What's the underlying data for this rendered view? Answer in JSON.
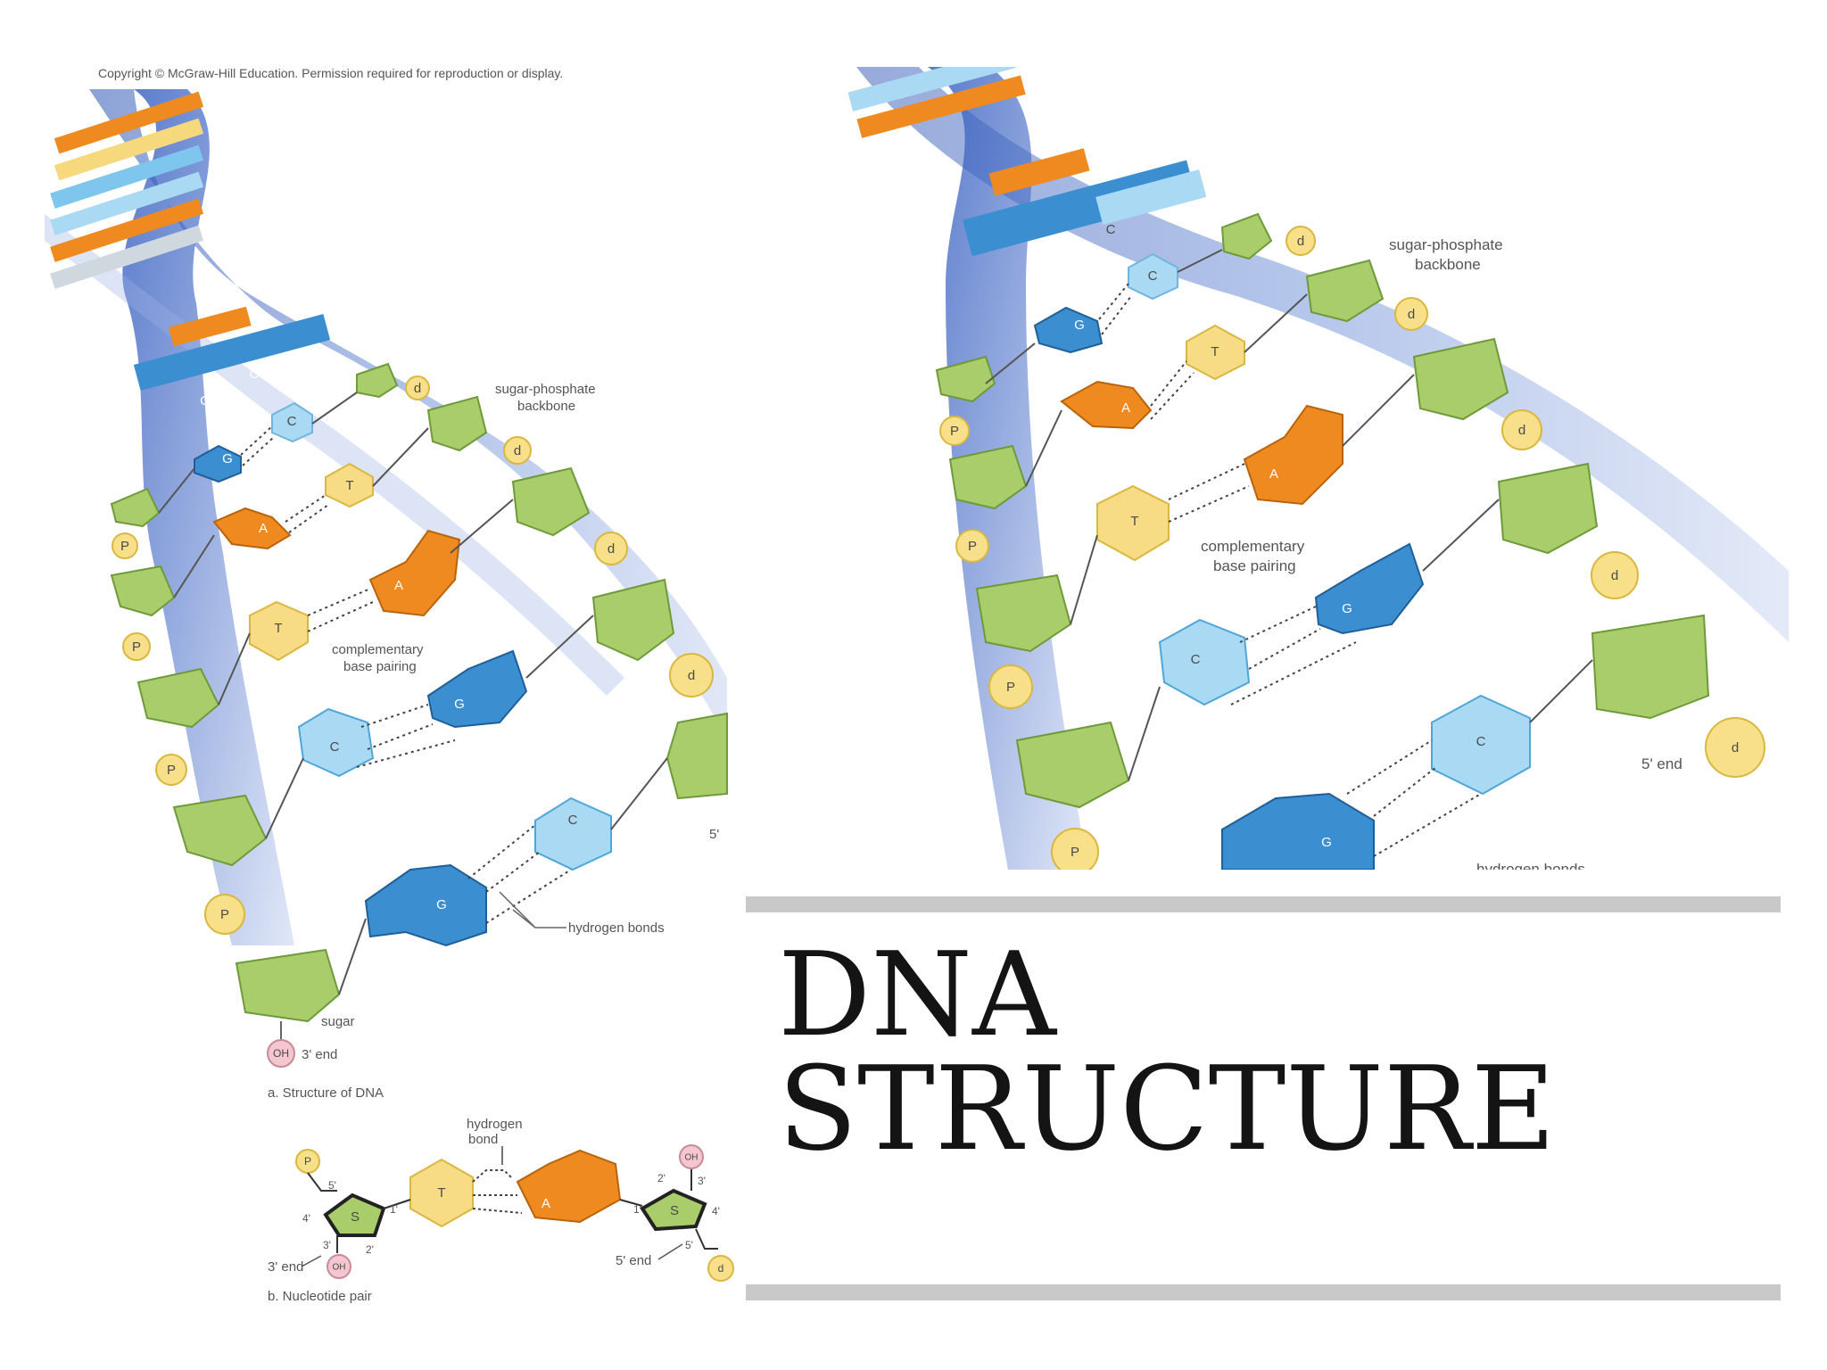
{
  "copyright": "Copyright © McGraw-Hill Education. Permission required for reproduction or display.",
  "title": {
    "line1": "DNA",
    "line2": "STRUCTURE"
  },
  "labels": {
    "sugar_phosphate_backbone_1": "sugar-phosphate",
    "sugar_phosphate_backbone_2": "backbone",
    "complementary_1": "complementary",
    "complementary_2": "base pairing",
    "hydrogen_bonds": "hydrogen bonds",
    "sugar": "sugar",
    "three_end": "3' end",
    "five_end": "5' end",
    "five_prime": "5'",
    "structure_caption": "a. Structure of DNA",
    "nucleotide_caption": "b. Nucleotide pair",
    "hydrogen_bond_1": "hydrogen",
    "hydrogen_bond_2": "bond",
    "oh": "OH",
    "p": "P",
    "d": "d",
    "s": "S",
    "t": "T",
    "a": "A",
    "g": "G",
    "c": "C",
    "prime_5": "5'",
    "prime_4": "4'",
    "prime_3": "3'",
    "prime_2": "2'",
    "prime_1": "1'"
  },
  "colors": {
    "sugar_green": "#a9cd6a",
    "phosphate_yellow": "#f8e08a",
    "thymine_yellow": "#f7db85",
    "adenine_orange": "#ee8a1f",
    "guanine_blue": "#3b8fd1",
    "cytosine_lightblue": "#a9d9f3",
    "oh_pink": "#f4c6cf",
    "backbone_blue": "#5a83cf"
  }
}
